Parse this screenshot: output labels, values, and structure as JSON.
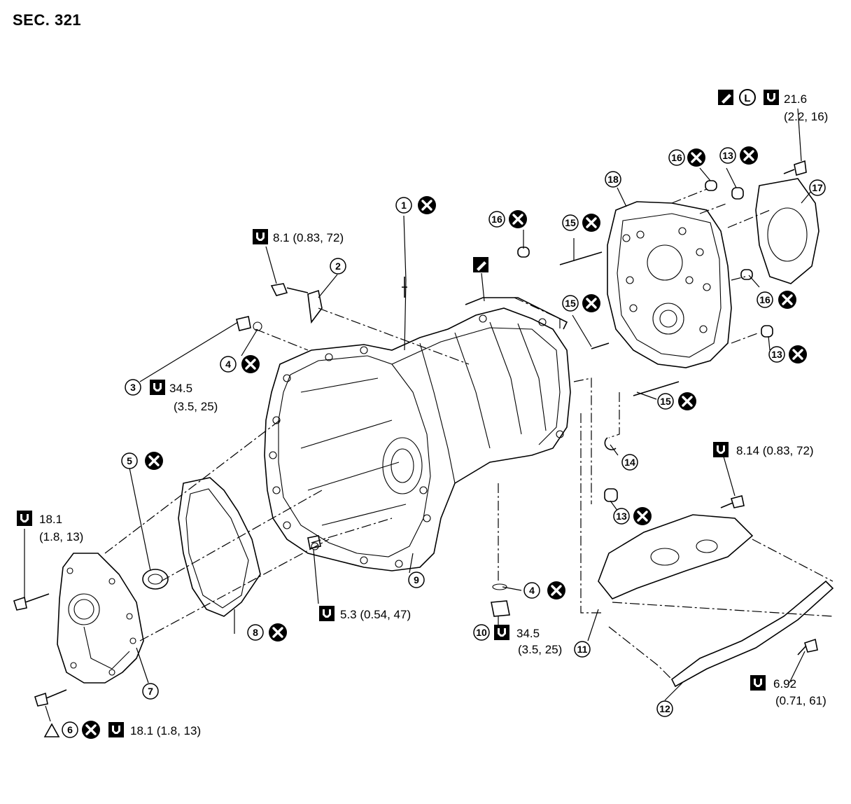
{
  "section_title": "SEC. 321",
  "part_numbers": [
    "1",
    "2",
    "3",
    "4",
    "5",
    "6",
    "7",
    "8",
    "9",
    "10",
    "11",
    "12",
    "13",
    "14",
    "15",
    "16",
    "17",
    "18"
  ],
  "torques": {
    "bolt_17": {
      "value": "21.6",
      "sub": "(2.2, 16)"
    },
    "bolt_2": {
      "value": "8.1 (0.83, 72)"
    },
    "plug_3": {
      "value": "34.5",
      "sub": "(3.5, 25)"
    },
    "bolt_7": {
      "value": "18.1",
      "sub": "(1.8, 13)"
    },
    "bolt_6": {
      "value": "18.1 (1.8, 13)"
    },
    "nut_9": {
      "value": "5.3 (0.54, 47)"
    },
    "plug_10": {
      "value": "34.5",
      "sub": "(3.5, 25)"
    },
    "bolt_11": {
      "value": "8.14 (0.83, 72)"
    },
    "bolt_12": {
      "value": "6.92",
      "sub": "(0.71, 61)"
    }
  },
  "symbols": {
    "replace": "replace-icon",
    "torque": "torque-wrench-icon",
    "sealant": "liquid-gasket-icon",
    "locking": "locking-sealant-icon",
    "adjust": "triangle-adjust-icon"
  }
}
